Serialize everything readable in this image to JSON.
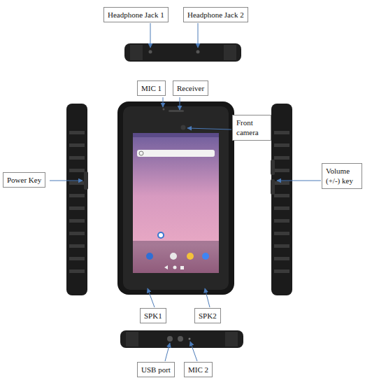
{
  "diagram": {
    "nodes": [
      {
        "text": [
          "Headphone Jack 1"
        ]
      },
      {
        "text": [
          "Headphone Jack 2"
        ]
      },
      {
        "text": [
          "MIC 1"
        ]
      },
      {
        "text": [
          "Receiver"
        ]
      },
      {
        "text": [
          "Front camera"
        ]
      },
      {
        "text": [
          "Power Key"
        ]
      },
      {
        "text": [
          "Volume (+/-) key"
        ]
      },
      {
        "text": [
          "SPK1"
        ]
      },
      {
        "text": [
          "SPK2"
        ]
      },
      {
        "text": [
          "USB port"
        ]
      },
      {
        "text": [
          "MIC 2"
        ]
      }
    ]
  }
}
